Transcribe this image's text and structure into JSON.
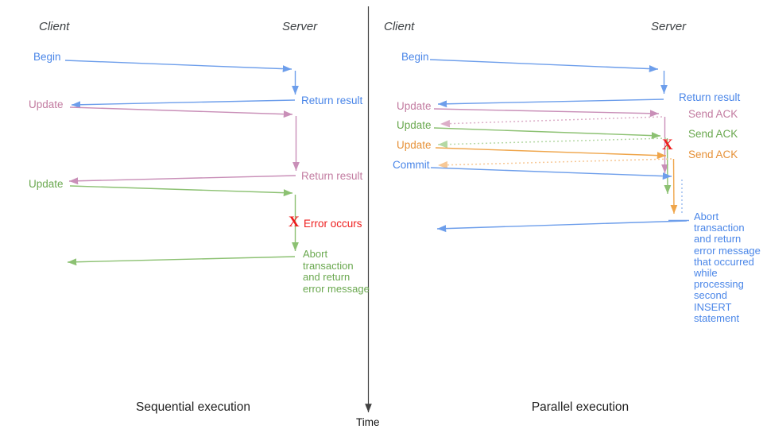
{
  "time_axis_label": "Time",
  "colors": {
    "blue_text": "#4a86e8",
    "blue_line": "#6d9eeb",
    "pink_text": "#c27ba0",
    "pink_line": "#c98fb8",
    "pink_dash": "#dcaec8",
    "green_text": "#6aa84f",
    "green_line": "#8cc172",
    "green_dash": "#b4d8a4",
    "orange_text": "#e69138",
    "orange_line": "#efa54a",
    "orange_dash": "#f7c896",
    "red": "#ee1c1c",
    "header_gray": "#3c4043",
    "axis": "#424242",
    "caption": "#1f1f1f"
  },
  "left": {
    "caption": "Sequential execution",
    "client_header": "Client",
    "server_header": "Server",
    "labels": {
      "begin": "Begin",
      "return_result_1": "Return result",
      "update_1": "Update",
      "return_result_2": "Return result",
      "update_2": "Update",
      "error_mark": "X",
      "error_occurs": "Error occurs",
      "abort_note": "Abort\ntransaction\nand return\nerror message"
    }
  },
  "right": {
    "caption": "Parallel execution",
    "client_header": "Client",
    "server_header": "Server",
    "labels": {
      "begin": "Begin",
      "return_result": "Return result",
      "update_1": "Update",
      "send_ack_1": "Send ACK",
      "update_2": "Update",
      "send_ack_2": "Send ACK",
      "update_3": "Update",
      "send_ack_3": "Send ACK",
      "commit": "Commit",
      "error_mark": "X",
      "abort_note": "Abort\ntransaction\nand return\nerror message\nthat occurred\nwhile\nprocessing\nsecond\nINSERT\nstatement"
    }
  }
}
